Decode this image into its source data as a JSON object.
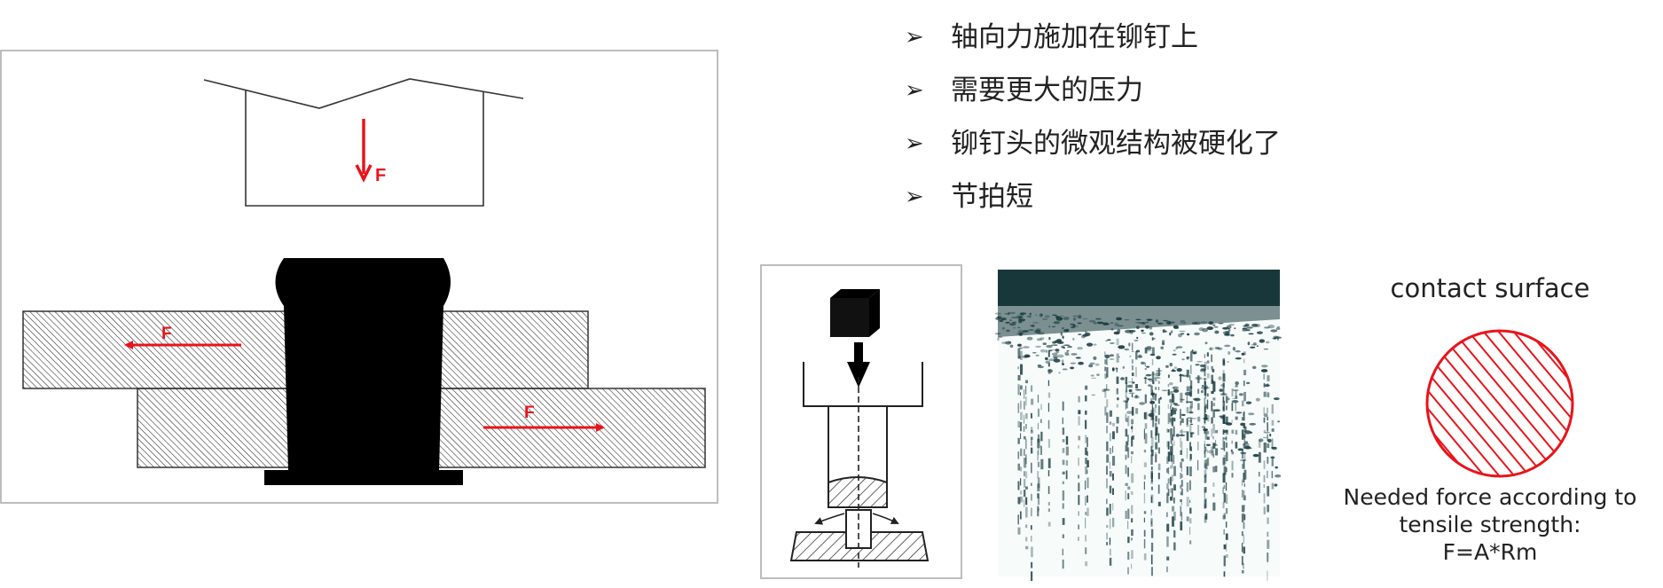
{
  "bullets": [
    {
      "text": "轴向力施加在铆钉上"
    },
    {
      "text": "需要更大的压力"
    },
    {
      "text": "铆钉头的微观结构被硬化了"
    },
    {
      "text": "节拍短"
    }
  ],
  "diagram_left": {
    "force_label_punch": "F",
    "force_label_upper_plate": "F",
    "force_label_lower_plate": "F"
  },
  "contact_label": "contact surface",
  "needed_force": {
    "line1": "Needed force according to",
    "line2": "tensile strength:",
    "line3": "F=A*Rm"
  },
  "colors": {
    "accent_red": "#e8141b",
    "black": "#000000",
    "frame": "#bdbdbd"
  }
}
